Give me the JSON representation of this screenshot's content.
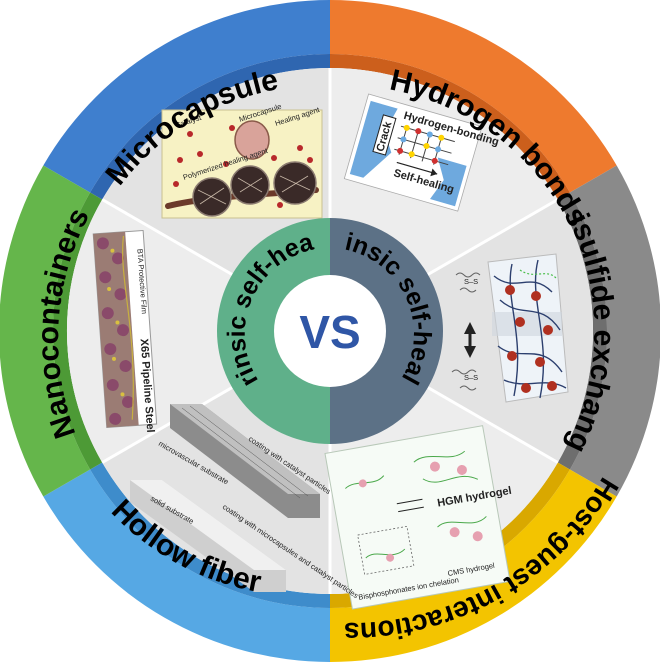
{
  "outer_ring": [
    {
      "key": "microcapsule",
      "label": "Microcapsule",
      "color": "#3f7fce"
    },
    {
      "key": "hydrogen",
      "label": "Hydrogen bonds",
      "color": "#ee7a2e"
    },
    {
      "key": "disulfide",
      "label": "Disulfide exchange",
      "color": "#8a8a8a"
    },
    {
      "key": "hostguest",
      "label": "Host-guest interactions",
      "color": "#f3c400"
    },
    {
      "key": "hollow",
      "label": "Hollow fiber",
      "color": "#56a8e4"
    },
    {
      "key": "nano",
      "label": "Nanocontainers",
      "color": "#65b64b"
    }
  ],
  "inner": {
    "extrinsic": {
      "label": "Extrinsic self-healing",
      "color": "#5fb08a"
    },
    "intrinsic": {
      "label": "Intrinsic self-healing",
      "color": "#5c7186"
    },
    "vs": "VS",
    "vs_color": "#2f56a6"
  },
  "panels": {
    "microcapsule": {
      "catalyst": "Catalyst",
      "microcapsule": "Microcapsule",
      "healing_agent": "Healing agent",
      "polymerized": "Polymerized healing agent"
    },
    "hydrogen": {
      "crack": "Crack",
      "hbonding": "Hydrogen-bonding",
      "selfhealing": "Self-healing"
    },
    "nano": {
      "bta": "BTA Protective Film",
      "x65": "X65 Pipeline Steel"
    },
    "hollow": {
      "microvascular": "microvascular substrate",
      "coating_catalyst": "coating with catalyst particles",
      "coating_micro": "coating with microcapsules and catalyst particles",
      "solid": "solid substrate"
    },
    "hostguest": {
      "hgm": "HGM hydrogel",
      "cms": "CMS hydrogel",
      "bis": "Bisphosphonates ion chelation"
    }
  }
}
